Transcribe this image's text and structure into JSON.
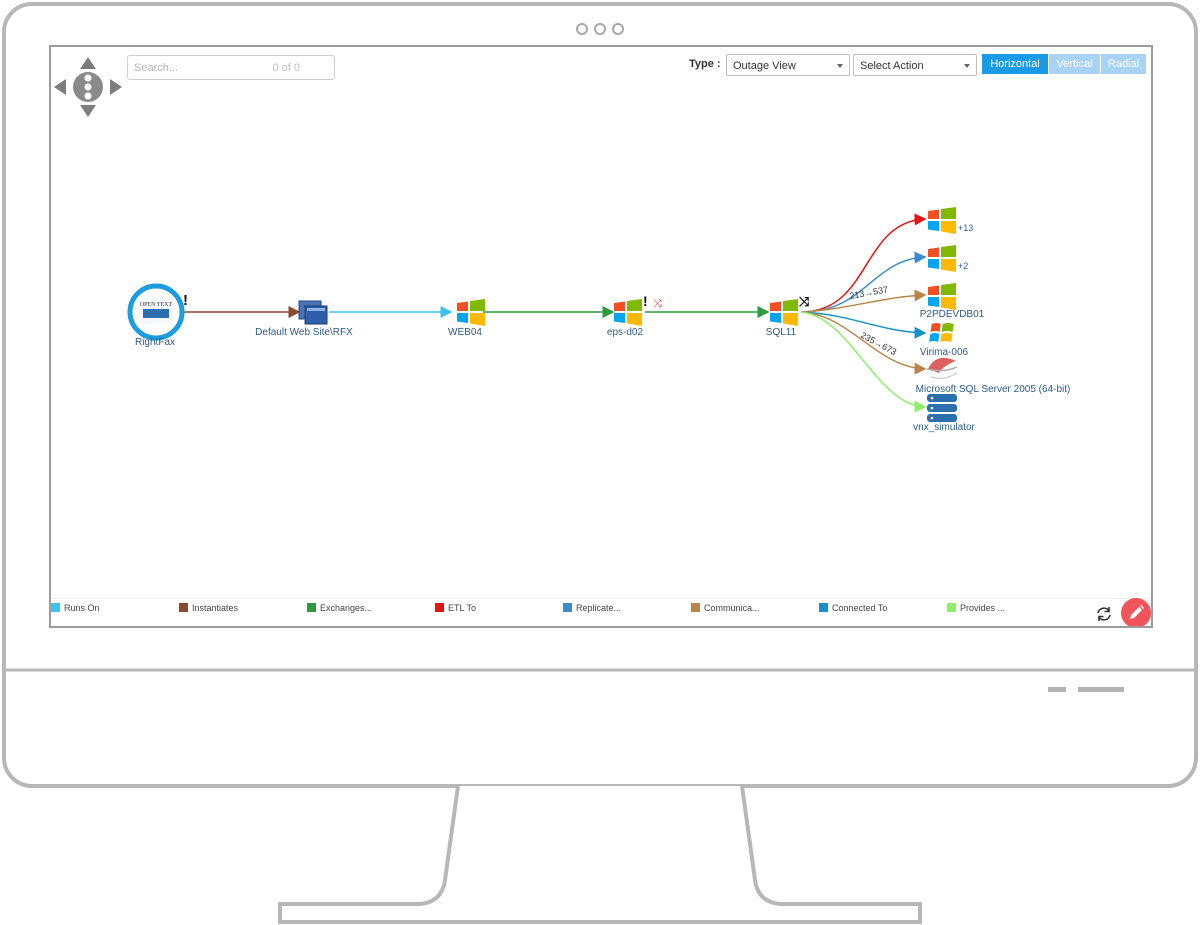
{
  "search": {
    "placeholder": "Search...",
    "count": "0 of 0"
  },
  "toolbar": {
    "type_label": "Type :",
    "type_value": "Outage View",
    "action_value": "Select Action",
    "layouts": [
      "Horizontal",
      "Vertical",
      "Radial"
    ],
    "active_layout": "Horizontal"
  },
  "nodes": {
    "rightfax": {
      "label": "RightFax",
      "logo_text": "OPEN TEXT"
    },
    "web_site": {
      "label": "Default Web Site\\RFX"
    },
    "web04": {
      "label": "WEB04"
    },
    "eps": {
      "label": "eps-d02"
    },
    "sql11": {
      "label": "SQL11"
    },
    "group13": {
      "label": "+13"
    },
    "group2": {
      "label": "+2"
    },
    "p2p": {
      "label": "P2PDEVDB01"
    },
    "virima": {
      "label": "Virima-006"
    },
    "mssql": {
      "label": "Microsoft SQL Server 2005 (64-bit)"
    },
    "vnx": {
      "label": "vnx_simulator"
    }
  },
  "edge_labels": {
    "e1": "213→537",
    "e2": "235→673"
  },
  "legend": [
    {
      "label": "Runs On",
      "color": "#3cc3f0"
    },
    {
      "label": "Instantiates",
      "color": "#8b4a2b"
    },
    {
      "label": "Exchanges...",
      "color": "#2e9a3e"
    },
    {
      "label": "ETL To",
      "color": "#e81414"
    },
    {
      "label": "Replicate...",
      "color": "#3a8ccc"
    },
    {
      "label": "Communica...",
      "color": "#b98549"
    },
    {
      "label": "Connected To",
      "color": "#1792c8"
    },
    {
      "label": "Provides ...",
      "color": "#8ef06a"
    }
  ],
  "colors": {
    "accent": "#1a9be8",
    "inactive_layout": "#a9d3f5",
    "edit_button": "#f0545a",
    "selected_ring": "#1e9ce0"
  }
}
